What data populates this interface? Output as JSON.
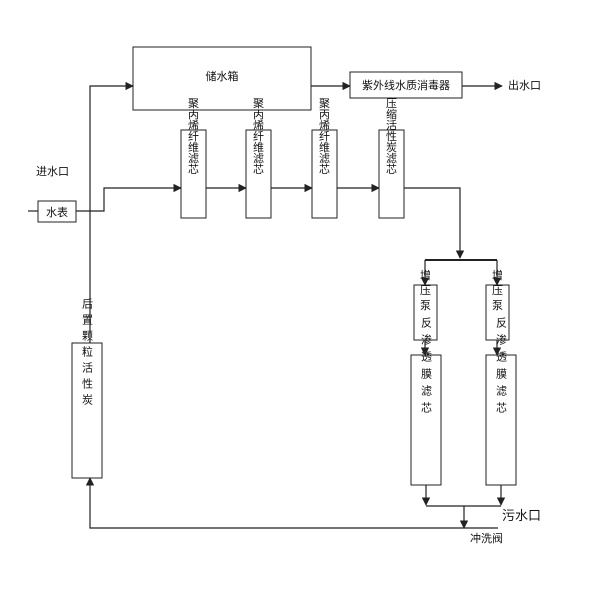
{
  "nodes": {
    "storage_tank": "储水箱",
    "uv_sterilizer": "紫外线水质消毒器",
    "outlet": "出水口",
    "inlet": "进水口",
    "water_meter": "水表",
    "filter_1": "聚丙烯纤维滤芯",
    "filter_2": "聚丙烯纤维滤芯",
    "filter_3": "聚丙烯纤维滤芯",
    "filter_4": "压缩活性炭滤芯",
    "pump_left": "增压泵",
    "pump_right": "增压泵",
    "ro_left": "反渗透膜滤芯",
    "ro_right": "反渗透膜滤芯",
    "post_carbon": "后置颗粒活性炭",
    "waste_outlet": "污水口",
    "flush_valve": "冲洗阀"
  }
}
